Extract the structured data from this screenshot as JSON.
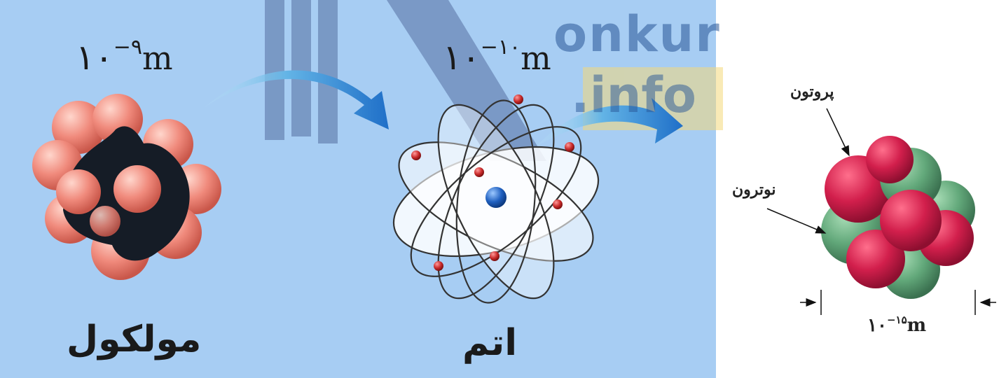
{
  "molecule": {
    "scale_base": "۱۰",
    "scale_exp": "−۹",
    "unit": "m",
    "label": "مولکول"
  },
  "atom": {
    "scale_base": "۱۰",
    "scale_exp": "−۱۰",
    "unit": "m",
    "label": "اتم"
  },
  "nucleus": {
    "proton_label": "پروتون",
    "neutron_label": "نوترون",
    "scale_base": "۱۰",
    "scale_exp": "−۱۵",
    "unit": "m"
  },
  "watermark": {
    "line1": "onkur",
    "line2": ".info"
  },
  "colors": {
    "panel": "#a7cdf3",
    "molecule_sphere": "#f08a7c",
    "molecule_core": "#151c26",
    "atom_electron": "#c82a2a",
    "atom_nucleus": "#2060c0",
    "proton": "#d21f4c",
    "neutron": "#62a87a",
    "arrow": "#2c7fd4"
  }
}
